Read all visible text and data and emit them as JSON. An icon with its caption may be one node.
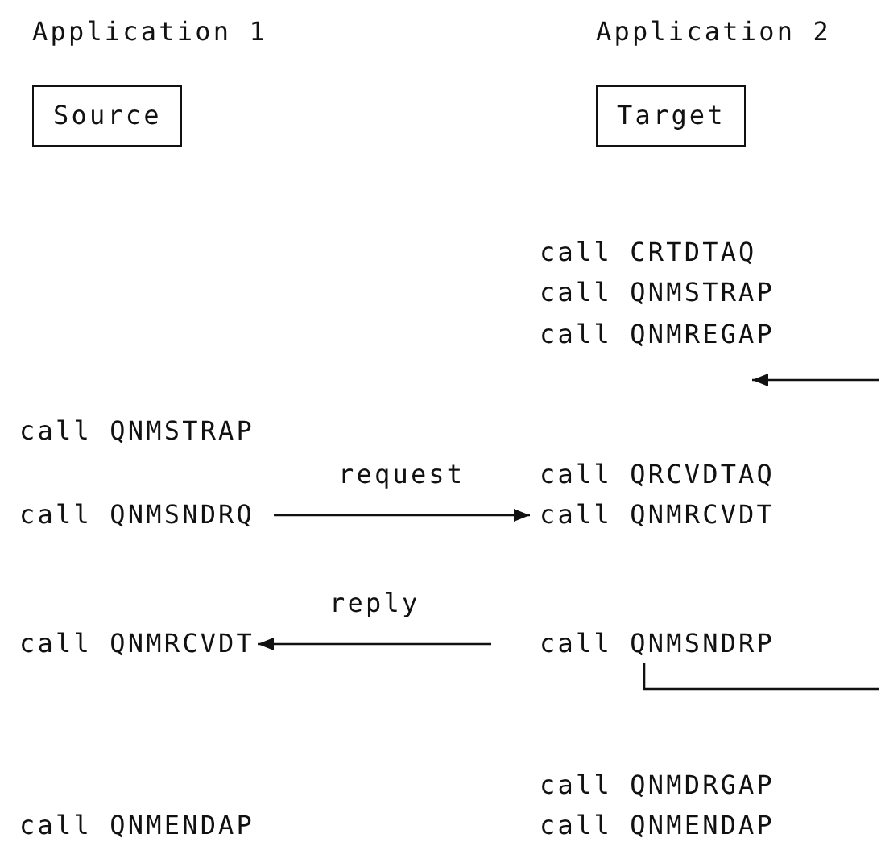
{
  "diagram": {
    "nodes": [
      {
        "text": [
          "Application 1",
          "Source"
        ]
      },
      {
        "text": [
          "Application 2",
          "Target"
        ]
      },
      {
        "text": [
          "call QNMSNDRQ"
        ]
      },
      {
        "text": [
          "call QNMRCVDT"
        ]
      },
      {
        "text": [
          "call QNMRCVDT"
        ]
      },
      {
        "text": [
          "call QNMSNDRP"
        ]
      }
    ],
    "edges": [
      {
        "from": 2,
        "to": 3,
        "arrow": "to",
        "label": "request"
      },
      {
        "from": 5,
        "to": 4,
        "arrow": "to",
        "label": "reply"
      },
      {
        "from": 5,
        "to": null,
        "arrow": "none"
      }
    ],
    "labels": [
      "call CRTDTAQ",
      "call QNMSTRAP",
      "call QNMREGAP",
      "call QNMSTRAP",
      "call QRCVDTAQ",
      "call QNMDRGAP",
      "call QNMENDAP",
      "call QNMENDAP"
    ]
  }
}
